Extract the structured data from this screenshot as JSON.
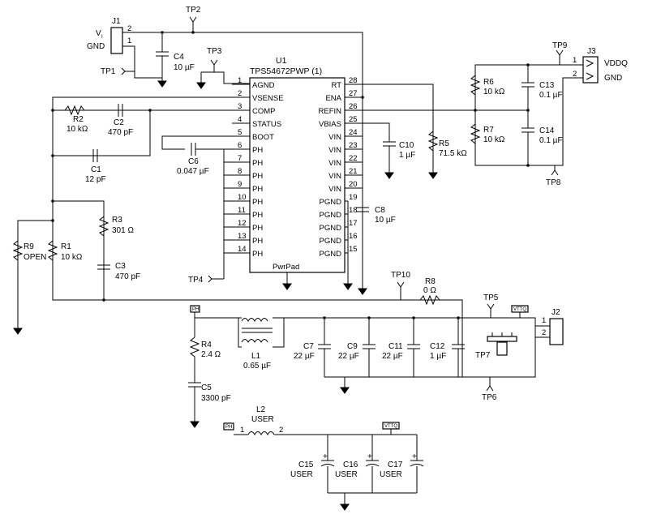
{
  "u1": {
    "ref": "U1",
    "part": "TPS54672PWP (1)",
    "left_pins": [
      {
        "num": "1",
        "name": "AGND"
      },
      {
        "num": "2",
        "name": "VSENSE"
      },
      {
        "num": "3",
        "name": "COMP"
      },
      {
        "num": "4",
        "name": "STATUS"
      },
      {
        "num": "5",
        "name": "BOOT"
      },
      {
        "num": "6",
        "name": "PH"
      },
      {
        "num": "7",
        "name": "PH"
      },
      {
        "num": "8",
        "name": "PH"
      },
      {
        "num": "9",
        "name": "PH"
      },
      {
        "num": "10",
        "name": "PH"
      },
      {
        "num": "11",
        "name": "PH"
      },
      {
        "num": "12",
        "name": "PH"
      },
      {
        "num": "13",
        "name": "PH"
      },
      {
        "num": "14",
        "name": "PH"
      }
    ],
    "right_pins": [
      {
        "num": "28",
        "name": "RT"
      },
      {
        "num": "27",
        "name": "ENA"
      },
      {
        "num": "26",
        "name": "REFIN"
      },
      {
        "num": "25",
        "name": "VBIAS"
      },
      {
        "num": "24",
        "name": "VIN"
      },
      {
        "num": "23",
        "name": "VIN"
      },
      {
        "num": "22",
        "name": "VIN"
      },
      {
        "num": "21",
        "name": "VIN"
      },
      {
        "num": "20",
        "name": "VIN"
      },
      {
        "num": "19",
        "name": "PGND"
      },
      {
        "num": "18",
        "name": "PGND"
      },
      {
        "num": "17",
        "name": "PGND"
      },
      {
        "num": "16",
        "name": "PGND"
      },
      {
        "num": "15",
        "name": "PGND"
      }
    ],
    "pad": "PwrPad"
  },
  "j1": {
    "ref": "J1",
    "pin1": "1",
    "pin2": "2",
    "vi_label": "V",
    "vi_sub": "I",
    "gnd_label": "GND"
  },
  "j2": {
    "ref": "J2",
    "pin1": "1",
    "pin2": "2"
  },
  "j3": {
    "ref": "J3",
    "pin1": "1",
    "pin2": "2",
    "vddq": "VDDQ",
    "gnd": "GND"
  },
  "tps": {
    "tp1": "TP1",
    "tp2": "TP2",
    "tp3": "TP3",
    "tp4": "TP4",
    "tp5": "TP5",
    "tp6": "TP6",
    "tp7": "TP7",
    "tp8": "TP8",
    "tp9": "TP9",
    "tp10": "TP10"
  },
  "parts": {
    "c1": {
      "ref": "C1",
      "val": "12 pF"
    },
    "c2": {
      "ref": "C2",
      "val": "470 pF"
    },
    "c3": {
      "ref": "C3",
      "val": "470 pF"
    },
    "c4": {
      "ref": "C4",
      "val": "10 µF"
    },
    "c5": {
      "ref": "C5",
      "val": "3300 pF"
    },
    "c6": {
      "ref": "C6",
      "val": "0.047 µF"
    },
    "c7": {
      "ref": "C7",
      "val": "22 µF"
    },
    "c8": {
      "ref": "C8",
      "val": "10 µF"
    },
    "c9": {
      "ref": "C9",
      "val": "22 µF"
    },
    "c10": {
      "ref": "C10",
      "val": "1 µF"
    },
    "c11": {
      "ref": "C11",
      "val": "22 µF"
    },
    "c12": {
      "ref": "C12",
      "val": "1 µF"
    },
    "c13": {
      "ref": "C13",
      "val": "0.1 µF"
    },
    "c14": {
      "ref": "C14",
      "val": "0.1 µF"
    },
    "c15": {
      "ref": "C15",
      "val": "USER"
    },
    "c16": {
      "ref": "C16",
      "val": "USER"
    },
    "c17": {
      "ref": "C17",
      "val": "USER"
    },
    "r1": {
      "ref": "R1",
      "val": "10 kΩ"
    },
    "r2": {
      "ref": "R2",
      "val": "10 kΩ"
    },
    "r3": {
      "ref": "R3",
      "val": "301 Ω"
    },
    "r4": {
      "ref": "R4",
      "val": "2.4 Ω"
    },
    "r5": {
      "ref": "R5",
      "val": "71.5 kΩ"
    },
    "r6": {
      "ref": "R6",
      "val": "10 kΩ"
    },
    "r7": {
      "ref": "R7",
      "val": "10 kΩ"
    },
    "r8": {
      "ref": "R8",
      "val": "0 Ω"
    },
    "r9": {
      "ref": "R9",
      "val": "OPEN"
    },
    "l1": {
      "ref": "L1",
      "val": "0.65 µF"
    },
    "l2": {
      "ref": "L2",
      "val": "USER",
      "pin1": "1",
      "pin2": "2"
    }
  },
  "tags": {
    "ph": "PH",
    "vttq": "VTTQ"
  }
}
